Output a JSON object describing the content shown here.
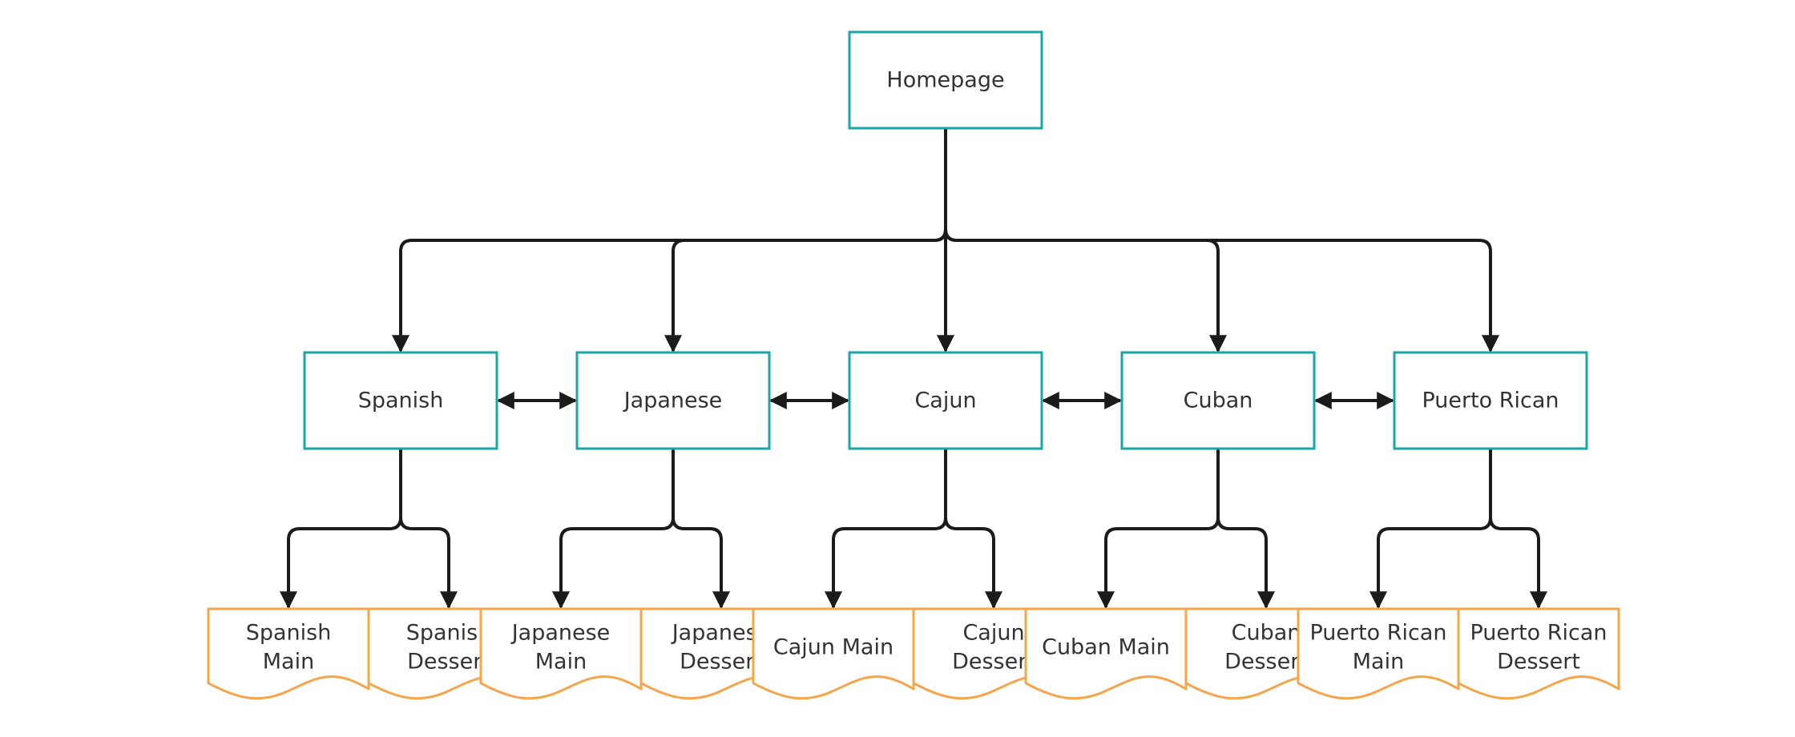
{
  "colors": {
    "page_border": "#1aa6a6",
    "doc_border": "#f5a54a",
    "connector": "#1b1b1b",
    "text": "#333333"
  },
  "root": {
    "label": "Homepage"
  },
  "cuisines": [
    {
      "label": "Spanish",
      "children": [
        [
          "Spanish",
          "Main"
        ],
        [
          "Spanish",
          "Dessert"
        ]
      ]
    },
    {
      "label": "Japanese",
      "children": [
        [
          "Japanese",
          "Main"
        ],
        [
          "Japanese",
          "Dessert"
        ]
      ]
    },
    {
      "label": "Cajun",
      "children": [
        [
          "Cajun Main"
        ],
        [
          "Cajun",
          "Dessert"
        ]
      ]
    },
    {
      "label": "Cuban",
      "children": [
        [
          "Cuban Main"
        ],
        [
          "Cuban",
          "Dessert"
        ]
      ]
    },
    {
      "label": "Puerto Rican",
      "children": [
        [
          "Puerto Rican",
          "Main"
        ],
        [
          "Puerto Rican",
          "Dessert"
        ]
      ]
    }
  ]
}
